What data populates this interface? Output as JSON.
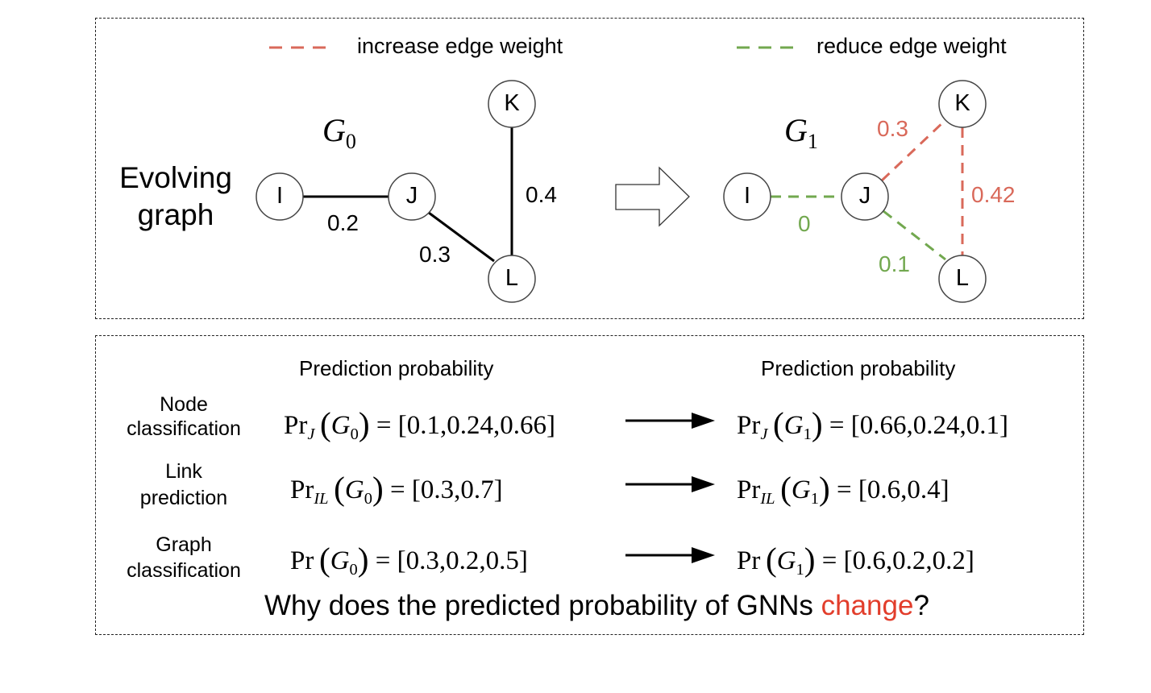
{
  "legend": {
    "increase": "increase edge weight",
    "reduce": "reduce edge weight"
  },
  "colors": {
    "increase": "#d9695a",
    "reduce": "#72a84f",
    "edge": "#000000",
    "node_stroke": "#444444",
    "highlight": "#e23d2b"
  },
  "graph0": {
    "title_main": "G",
    "title_sub": "0",
    "nodes": [
      "I",
      "J",
      "K",
      "L"
    ],
    "edges": [
      {
        "from": "I",
        "to": "J",
        "weight": "0.2"
      },
      {
        "from": "J",
        "to": "L",
        "weight": "0.3"
      },
      {
        "from": "K",
        "to": "L",
        "weight": "0.4"
      }
    ]
  },
  "graph1": {
    "title_main": "G",
    "title_sub": "1",
    "nodes": [
      "I",
      "J",
      "K",
      "L"
    ],
    "edges": [
      {
        "from": "I",
        "to": "J",
        "weight": "0",
        "change": "reduce"
      },
      {
        "from": "J",
        "to": "K",
        "weight": "0.3",
        "change": "increase"
      },
      {
        "from": "K",
        "to": "L",
        "weight": "0.42",
        "change": "increase"
      },
      {
        "from": "J",
        "to": "L",
        "weight": "0.1",
        "change": "reduce"
      }
    ]
  },
  "left_label": [
    "Evolving",
    "graph"
  ],
  "bottom": {
    "header_left": "Prediction probability",
    "header_right": "Prediction probability",
    "rows": [
      {
        "task": [
          "Node",
          "classification"
        ],
        "sub": "J",
        "g0": "[0.1,0.24,0.66]",
        "g1": "[0.66,0.24,0.1]"
      },
      {
        "task": [
          "Link",
          "prediction"
        ],
        "sub": "IL",
        "g0": "[0.3,0.7]",
        "g1": "[0.6,0.4]"
      },
      {
        "task": [
          "Graph",
          "classification"
        ],
        "sub": "",
        "g0": "[0.3,0.2,0.5]",
        "g1": "[0.6,0.2,0.2]"
      }
    ],
    "question_before": "Why does the predicted probability of GNNs ",
    "question_highlight": "change",
    "question_after": "?"
  },
  "math": {
    "pr": "Pr",
    "eq": "="
  }
}
